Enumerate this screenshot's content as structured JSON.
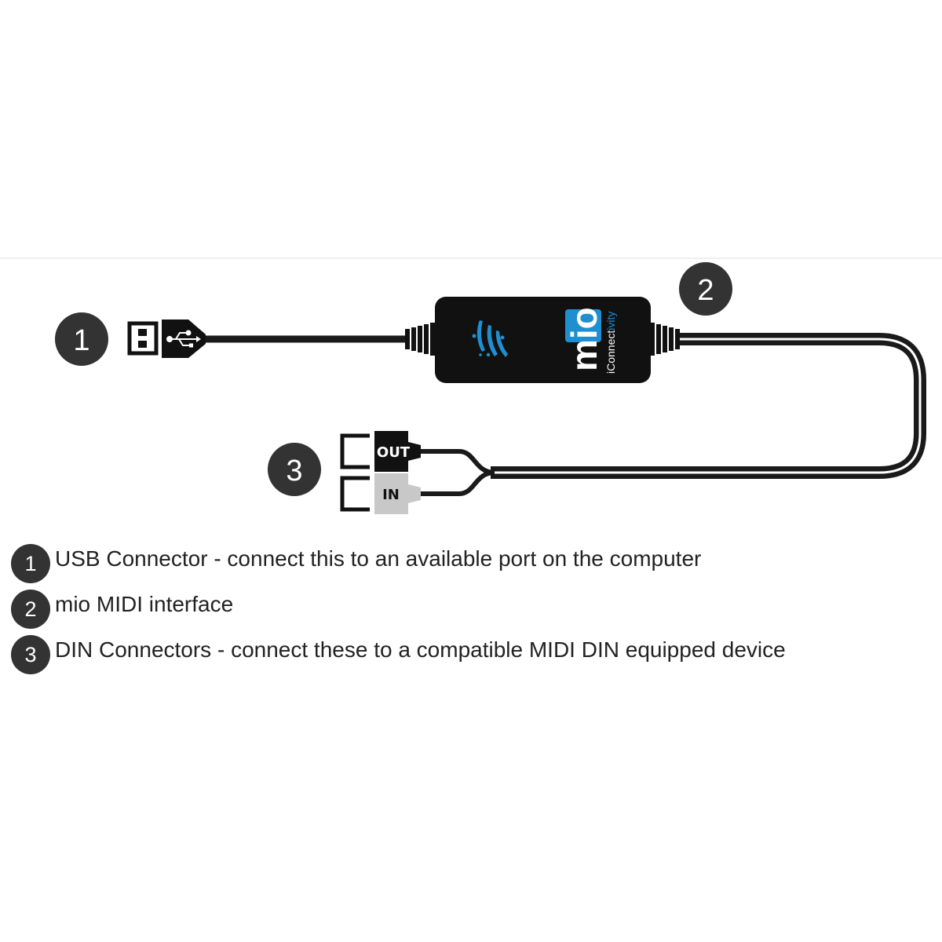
{
  "diagram": {
    "callouts": [
      {
        "number": "1"
      },
      {
        "number": "2"
      },
      {
        "number": "3"
      }
    ],
    "device": {
      "brand_mark": "mio",
      "maker": "iConnectivity",
      "maker_start": "iConnect",
      "maker_end": "ivity"
    },
    "ports": {
      "out_label": "OUT",
      "in_label": "IN"
    },
    "colors": {
      "badge": "#333333",
      "cable": "#1a1a1a",
      "device_body": "#111111",
      "accent_blue": "#1f8fd1",
      "in_plug": "#c8c8c8"
    },
    "icons": [
      "usb-icon",
      "splash-logo-icon"
    ]
  },
  "legend": {
    "items": [
      {
        "number": "1",
        "text": "USB Connector - connect this to an available port on the computer"
      },
      {
        "number": "2",
        "text": "mio MIDI interface"
      },
      {
        "number": "3",
        "text": "DIN Connectors - connect these to a compatible MIDI DIN equipped device"
      }
    ]
  }
}
